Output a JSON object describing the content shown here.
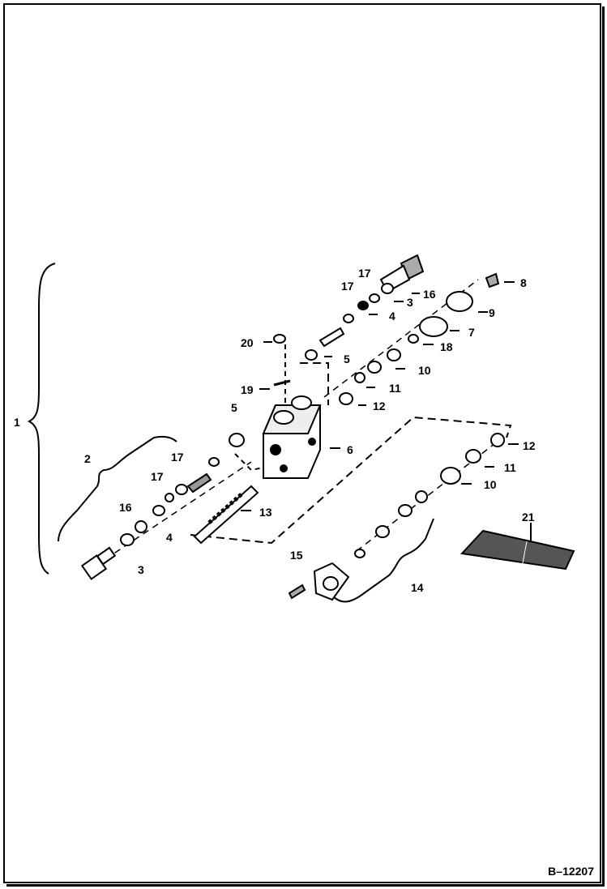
{
  "figure_id": "B–12207",
  "callouts": {
    "c1": "1",
    "c2": "2",
    "c3a": "3",
    "c3b": "3",
    "c4a": "4",
    "c4b": "4",
    "c5a": "5",
    "c5b": "5",
    "c6": "6",
    "c7": "7",
    "c8": "8",
    "c9": "9",
    "c10a": "10",
    "c10b": "10",
    "c11a": "11",
    "c11b": "11",
    "c12a": "12",
    "c12b": "12",
    "c13": "13",
    "c14": "14",
    "c15": "15",
    "c16a": "16",
    "c16b": "16",
    "c17a": "17",
    "c17b": "17",
    "c17c": "17",
    "c17d": "17",
    "c18": "18",
    "c19": "19",
    "c20": "20",
    "c21": "21"
  },
  "colors": {
    "ink": "#000000",
    "paper": "#ffffff"
  }
}
